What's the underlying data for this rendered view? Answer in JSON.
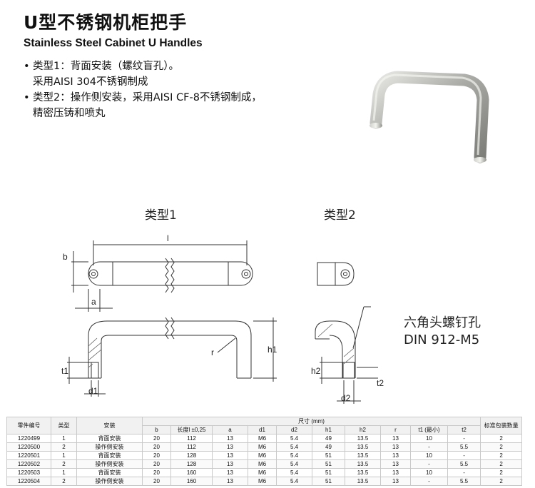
{
  "header": {
    "title": "U型不锈钢机柜把手",
    "subtitle": "Stainless Steel Cabinet U Handles"
  },
  "bullets": [
    "类型1：背面安装（螺纹盲孔）。",
    "采用AISI 304不锈钢制成",
    "类型2：操作侧安装，采用AISI CF-8不锈钢制成，",
    "精密压铸和喷丸"
  ],
  "drawing": {
    "type1_label": "类型1",
    "type2_label": "类型2",
    "dims": {
      "l": "l",
      "b": "b",
      "a": "a",
      "r": "r",
      "h1": "h1",
      "t1": "t1",
      "d1": "d1",
      "h2": "h2",
      "t2": "t2",
      "d2": "d2"
    },
    "screw_note": [
      "六角头螺钉孔",
      "DIN 912-M5"
    ]
  },
  "table": {
    "headers": {
      "part_no": "零件编号",
      "type": "类型",
      "mount": "安装",
      "dims": "尺寸 (mm)",
      "pack": "标准包装数量"
    },
    "sub_headers": [
      "b",
      "长度l ±0,25",
      "a",
      "d1",
      "d2",
      "h1",
      "h2",
      "r",
      "t1 (最小)",
      "t2"
    ],
    "rows": [
      [
        "1220499",
        "1",
        "背面安装",
        "20",
        "112",
        "13",
        "M6",
        "5.4",
        "49",
        "13.5",
        "13",
        "10",
        "-",
        "2"
      ],
      [
        "1220500",
        "2",
        "操作侧安装",
        "20",
        "112",
        "13",
        "M6",
        "5.4",
        "49",
        "13.5",
        "13",
        "-",
        "5.5",
        "2"
      ],
      [
        "1220501",
        "1",
        "背面安装",
        "20",
        "128",
        "13",
        "M6",
        "5.4",
        "51",
        "13.5",
        "13",
        "10",
        "-",
        "2"
      ],
      [
        "1220502",
        "2",
        "操作侧安装",
        "20",
        "128",
        "13",
        "M6",
        "5.4",
        "51",
        "13.5",
        "13",
        "-",
        "5.5",
        "2"
      ],
      [
        "1220503",
        "1",
        "背面安装",
        "20",
        "160",
        "13",
        "M6",
        "5.4",
        "51",
        "13.5",
        "13",
        "10",
        "-",
        "2"
      ],
      [
        "1220504",
        "2",
        "操作侧安装",
        "20",
        "160",
        "13",
        "M6",
        "5.4",
        "51",
        "13.5",
        "13",
        "-",
        "5.5",
        "2"
      ]
    ]
  }
}
